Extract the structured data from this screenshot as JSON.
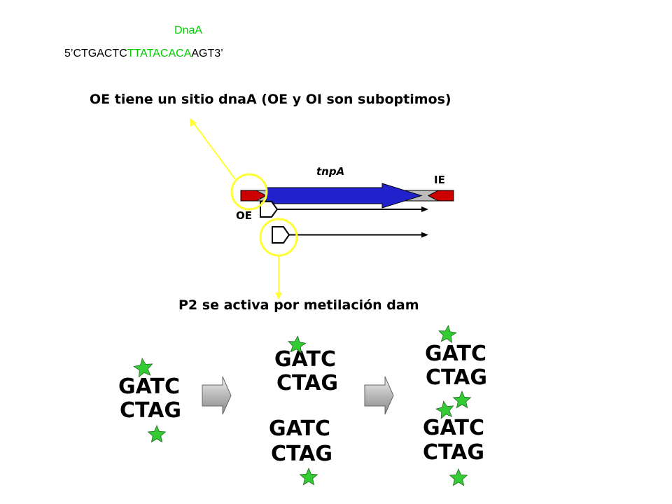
{
  "header": {
    "dnaa_label": "DnaA",
    "sequence": {
      "prefix": "5’CTGACTC",
      "highlight": "TTATACACA",
      "suffix": "AGT3’"
    },
    "note": "OE tiene un sitio dnaA (OE y OI son suboptimos)"
  },
  "transposon": {
    "gene_label": "tnpA",
    "ie_label": "IE",
    "oe_label": "OE"
  },
  "p2_note": "P2 se activa por metilación dam",
  "methylation": {
    "top_strand": "GATC",
    "bottom_strand": "CTAG"
  },
  "colors": {
    "accent_green": "#00cc00",
    "star_green": "#33cc33",
    "gene_blue": "#2222cc",
    "end_red": "#cc0000",
    "highlight_yellow": "#ffff33",
    "arrow_gray": "#aaaaaa"
  }
}
